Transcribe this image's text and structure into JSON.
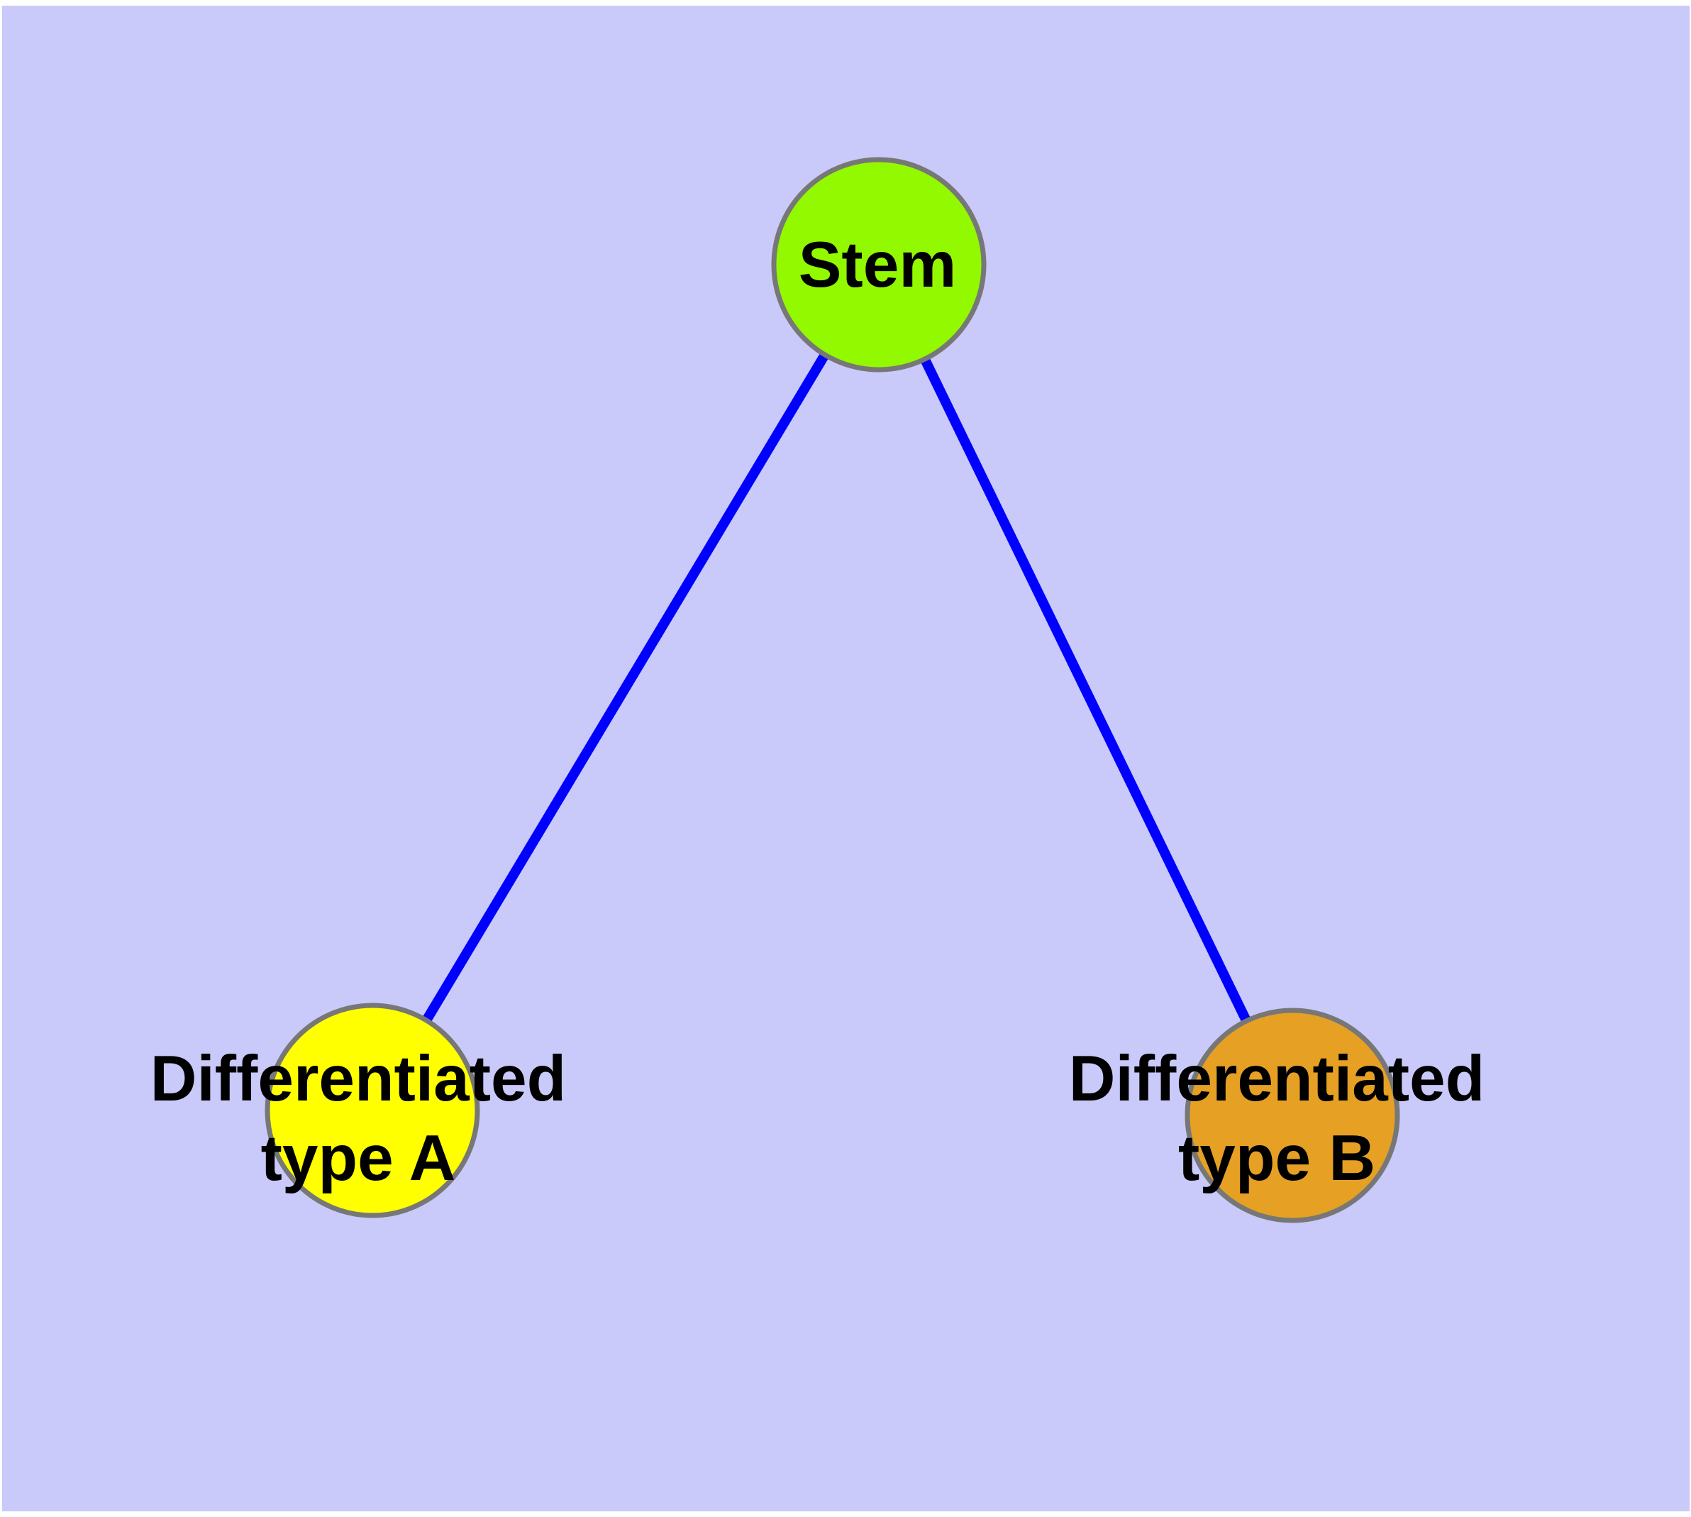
{
  "diagram": {
    "type": "node-link-graph",
    "background_color": "#C9C9FA",
    "margin_color": "#FFFFFF",
    "edge_color": "#0000FF",
    "node_border_color": "#777777",
    "label_color": "#000000",
    "nodes": [
      {
        "id": "stem",
        "label": "Stem",
        "fill": "#93F900"
      },
      {
        "id": "differentiated-type-a",
        "label_lines": [
          "Differentiated",
          "type A"
        ],
        "fill": "#FFFF00"
      },
      {
        "id": "differentiated-type-b",
        "label_lines": [
          "Differentiated",
          "type B"
        ],
        "fill": "#E6A024"
      }
    ],
    "edges": [
      {
        "from": "Stem",
        "to": "Differentiated type A"
      },
      {
        "from": "Stem",
        "to": "Differentiated type B"
      }
    ]
  }
}
